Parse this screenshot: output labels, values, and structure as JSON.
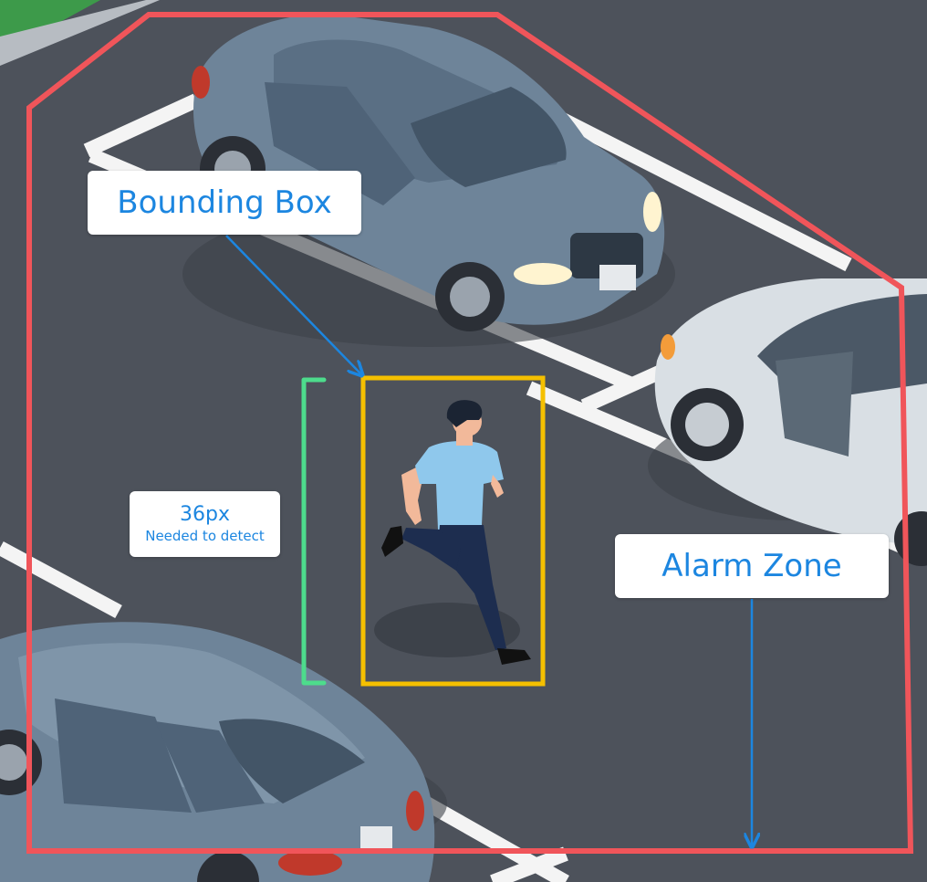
{
  "annotations": {
    "bounding_box_label": "Bounding Box",
    "alarm_zone_label": "Alarm Zone",
    "min_size_value": "36px",
    "min_size_caption": "Needed to detect"
  },
  "colors": {
    "asphalt": "#4d525b",
    "alarm_zone": "#f0555a",
    "bounding_box": "#f5c000",
    "size_bracket": "#4ddc8c",
    "arrow": "#1c86e0",
    "label_text": "#1c86e0",
    "car_blue": "#6e8499",
    "car_white": "#d9dfe4",
    "person_shirt": "#8fc8ec",
    "person_pants": "#1d2d4f"
  }
}
